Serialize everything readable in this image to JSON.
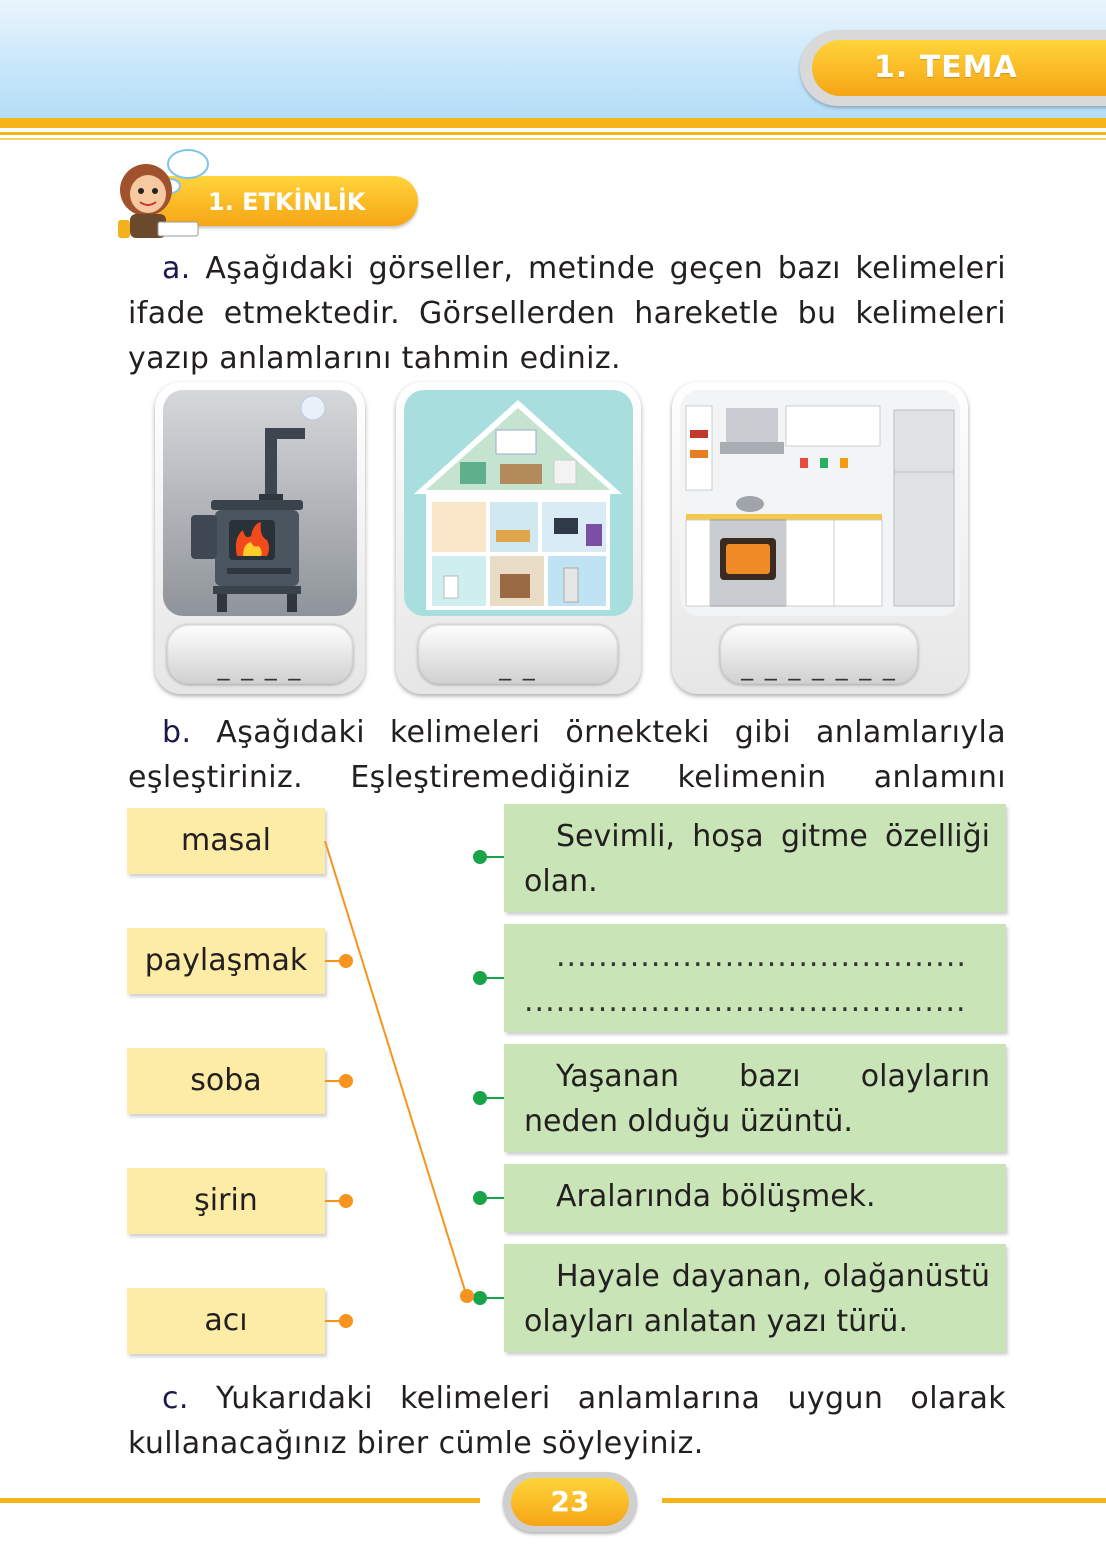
{
  "header": {
    "theme_label": "1. TEMA"
  },
  "activity": {
    "label": "1. ETKİNLİK"
  },
  "section_a": {
    "letter": "a.",
    "text": "Aşağıdaki görseller, metinde geçen bazı kelimeleri ifade etmektedir. Görsellerden hareketle bu kelimeleri yazıp anlamlarını tahmin ediniz.",
    "cards": [
      {
        "picture": "stove",
        "blanks": "_ _ _ _"
      },
      {
        "picture": "house",
        "blanks": "_ _"
      },
      {
        "picture": "kitchen",
        "blanks": "_ _ _ _ _ _ _"
      }
    ]
  },
  "section_b": {
    "letter": "b.",
    "text": "Aşağıdaki kelimeleri örnekteki gibi anlamlarıyla eşleştiriniz. Eşleştiremediğiniz kelimenin anlamını yazınız.",
    "words": [
      "masal",
      "paylaşmak",
      "soba",
      "şirin",
      "acı"
    ],
    "meanings": [
      "Sevimli, hoşa gitme özelliği olan.",
      ".......................................",
      "Yaşanan bazı olayların neden olduğu üzüntü.",
      "Aralarında bölüşmek.",
      "Hayale dayanan, olağanüstü olayları anlatan yazı türü."
    ],
    "meaning_2_line_2": "..........................................",
    "example_match": {
      "word": "masal",
      "meaning_index": 4
    }
  },
  "section_c": {
    "letter": "c.",
    "text": "Yukarıdaki kelimeleri anlamlarına uygun olarak kullanacağınız birer cümle söyleyiniz."
  },
  "footer": {
    "page_number": "23"
  },
  "colors": {
    "accent_orange": "#f7b418",
    "word_box": "#fdeca5",
    "meaning_box": "#c9e5b7",
    "dot_orange": "#f7931e",
    "dot_green": "#1aa44a"
  }
}
